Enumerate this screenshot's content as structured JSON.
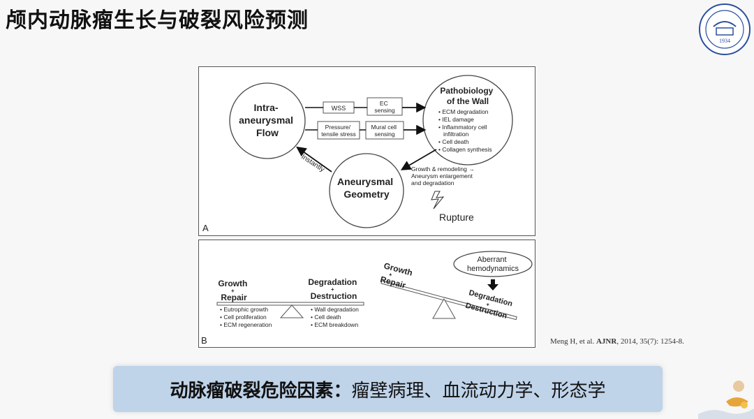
{
  "slide": {
    "title": "颅内动脉瘤生长与破裂风险预测",
    "logo_text": "1934"
  },
  "panel_a": {
    "label": "A",
    "flow_circle": [
      "Intra-",
      "aneurysmal",
      "Flow"
    ],
    "wall_circle_title": [
      "Pathobiology",
      "of the Wall"
    ],
    "wall_items": [
      "• ECM degradation",
      "• IEL damage",
      "• Inflammatory cell",
      "  infiltration",
      "• Cell death",
      "• Collagen synthesis"
    ],
    "geometry_circle": [
      "Aneurysmal",
      "Geometry"
    ],
    "box_wss": "WSS",
    "box_ec": [
      "EC",
      "sensing"
    ],
    "box_pressure": [
      "Pressure/",
      "tensile stress"
    ],
    "box_mural": [
      "Mural cell",
      "sensing"
    ],
    "instantly": "Instantly",
    "growth_note": [
      "Growth & remodeling →",
      "Aneurysm enlargement",
      "and degradation"
    ],
    "rupture": "Rupture"
  },
  "panel_b": {
    "label": "B",
    "left_top": [
      "Growth",
      "+",
      "Repair"
    ],
    "left_right": [
      "Degradation",
      "+",
      "Destruction"
    ],
    "left_list1": [
      "• Eutrophic growth",
      "• Cell proliferation",
      "• ECM regeneration"
    ],
    "left_list2": [
      "• Wall degradation",
      "• Cell death",
      "• ECM breakdown"
    ],
    "tilt_left": [
      "Growth",
      "+",
      "Repair"
    ],
    "tilt_right": [
      "Degradation",
      "+",
      "Destruction"
    ],
    "aberrant": [
      "Aberrant",
      "hemodynamics"
    ]
  },
  "reference": {
    "prefix": "Meng H, et al.",
    "journal": "AJNR",
    "suffix": ", 2014, 35(7): 1254-8."
  },
  "banner": {
    "lead": "动脉瘤破裂危险因素：",
    "text": "瘤壁病理、血流动力学、形态学"
  },
  "colors": {
    "banner_bg": "#bfd3e9",
    "logo_blue": "#2a4f9e"
  }
}
